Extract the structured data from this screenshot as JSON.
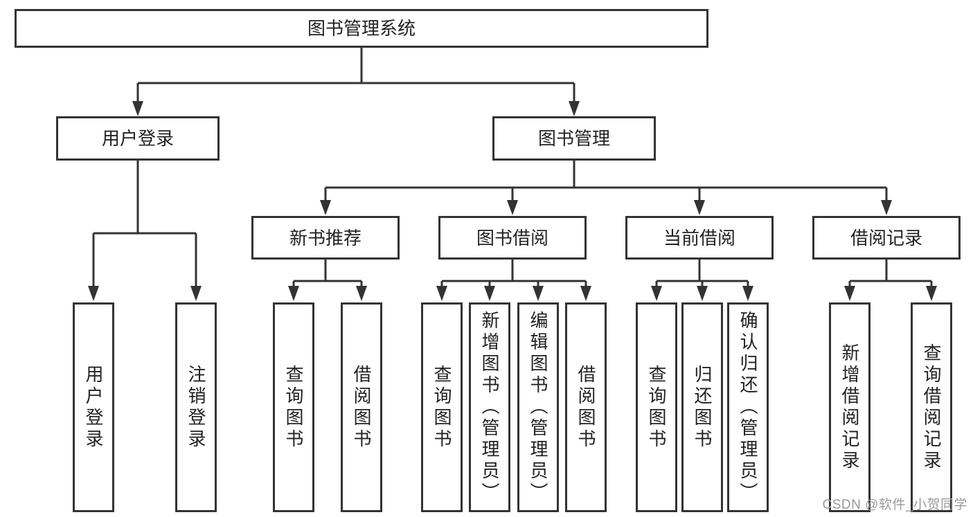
{
  "diagram": {
    "root": {
      "label": "图书管理系统"
    },
    "branches": [
      {
        "label": "用户登录",
        "children": [
          {
            "label": "用户登录"
          },
          {
            "label": "注销登录"
          }
        ]
      },
      {
        "label": "图书管理",
        "children": [
          {
            "label": "新书推荐",
            "children": [
              {
                "label": "查询图书"
              },
              {
                "label": "借阅图书"
              }
            ]
          },
          {
            "label": "图书借阅",
            "children": [
              {
                "label": "查询图书"
              },
              {
                "label": "新增图书（管理员）"
              },
              {
                "label": "编辑图书（管理员）"
              },
              {
                "label": "借阅图书"
              }
            ]
          },
          {
            "label": "当前借阅",
            "children": [
              {
                "label": "查询图书"
              },
              {
                "label": "归还图书"
              },
              {
                "label": "确认归还（管理员）"
              }
            ]
          },
          {
            "label": "借阅记录",
            "children": [
              {
                "label": "新增借阅记录"
              },
              {
                "label": "查询借阅记录"
              }
            ]
          }
        ]
      }
    ]
  },
  "watermark": {
    "text": "CSDN @软件_小贺同学"
  },
  "colors": {
    "line": "#333333",
    "text": "#222222",
    "watermark": "#9a9a9a",
    "background": "#ffffff"
  }
}
